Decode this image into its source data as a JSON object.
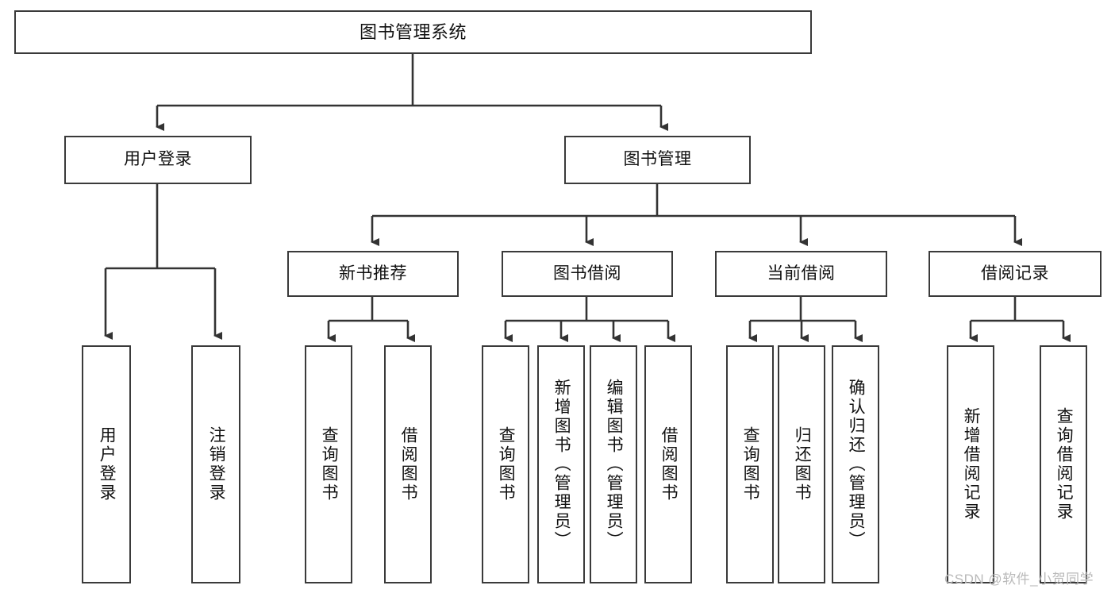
{
  "diagram": {
    "title": "图书管理系统",
    "watermark": "CSDN @软件_小贺同学",
    "colors": {
      "background": "#ffffff",
      "box_border": "#3a3a3a",
      "edge": "#333333",
      "text": "#111111",
      "watermark": "#b9b9b9"
    },
    "nodes": {
      "root": {
        "label": "图书管理系统"
      },
      "level2": [
        {
          "id": "user-login",
          "label": "用户登录"
        },
        {
          "id": "book-manage",
          "label": "图书管理"
        }
      ],
      "level3": [
        {
          "id": "new-book-recommend",
          "label": "新书推荐"
        },
        {
          "id": "book-borrow",
          "label": "图书借阅"
        },
        {
          "id": "current-borrow",
          "label": "当前借阅"
        },
        {
          "id": "borrow-record",
          "label": "借阅记录"
        }
      ],
      "leaves": {
        "user_login": [
          {
            "id": "leaf-user-login",
            "label": "用户登录"
          },
          {
            "id": "leaf-logout-login",
            "label": "注销登录"
          }
        ],
        "new_book_recommend": [
          {
            "id": "leaf-query-book-1",
            "label": "查询图书"
          },
          {
            "id": "leaf-borrow-book-1",
            "label": "借阅图书"
          }
        ],
        "book_borrow": [
          {
            "id": "leaf-query-book-2",
            "label": "查询图书"
          },
          {
            "id": "leaf-add-book",
            "label": "新增图书（管理员）"
          },
          {
            "id": "leaf-edit-book",
            "label": "编辑图书（管理员）"
          },
          {
            "id": "leaf-borrow-book-2",
            "label": "借阅图书"
          }
        ],
        "current_borrow": [
          {
            "id": "leaf-query-book-3",
            "label": "查询图书"
          },
          {
            "id": "leaf-return-book",
            "label": "归还图书"
          },
          {
            "id": "leaf-confirm-return",
            "label": "确认归还（管理员）"
          }
        ],
        "borrow_record": [
          {
            "id": "leaf-add-record",
            "label": "新增借阅记录"
          },
          {
            "id": "leaf-query-record",
            "label": "查询借阅记录"
          }
        ]
      }
    }
  }
}
